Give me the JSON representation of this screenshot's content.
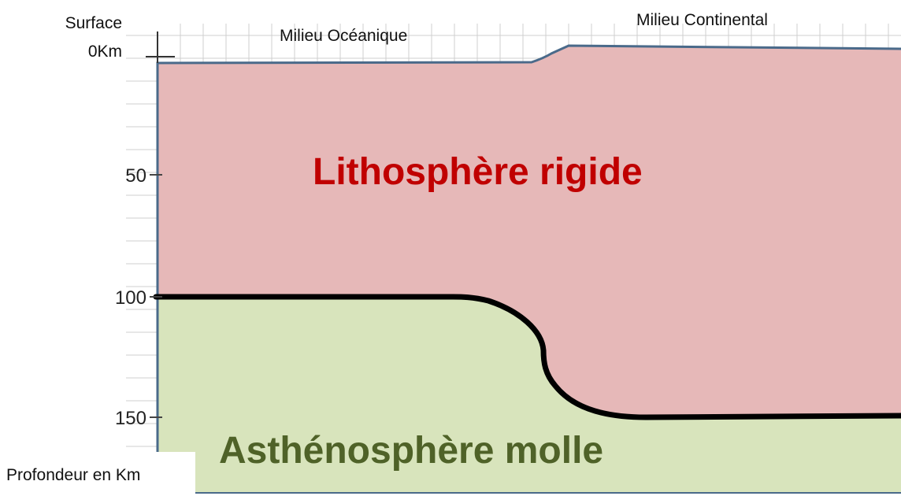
{
  "labels": {
    "surface": "Surface",
    "zero_km": "0Km",
    "oceanic": "Milieu Océanique",
    "continental": "Milieu Continental",
    "depth_axis": "Profondeur en Km"
  },
  "depth_ticks": [
    "50",
    "100",
    "150"
  ],
  "zones": {
    "lithosphere": "Lithosphère rigide",
    "asthenosphere": "Asthénosphère molle"
  },
  "colors": {
    "lithosphere_fill": "#e6b8b8",
    "asthenosphere_fill": "#d8e4bc",
    "lithosphere_text": "#c00000",
    "asthenosphere_text": "#4f6228",
    "outline": "#4a6a8a",
    "boundary": "#000000",
    "grid": "#cccccc"
  }
}
